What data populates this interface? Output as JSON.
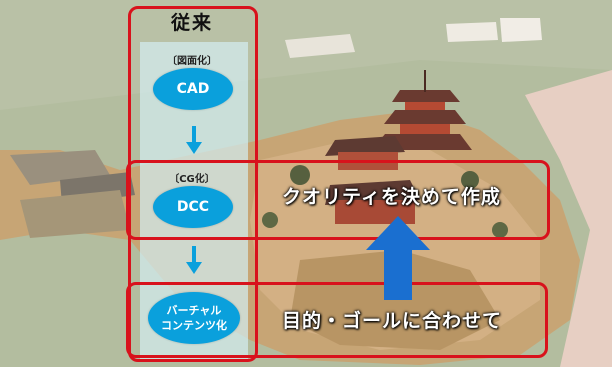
{
  "left_column": {
    "heading": "従来",
    "steps": [
      {
        "tag": "〔図面化〕",
        "label": "CAD"
      },
      {
        "tag": "〔CG化〕",
        "label": "DCC"
      },
      {
        "label_line1": "バーチャル",
        "label_line2": "コンテンツ化"
      }
    ]
  },
  "right": {
    "upper_caption": "クオリティを決めて作成",
    "lower_caption": "目的・ゴールに合わせて"
  },
  "colors": {
    "frame_red": "#d8121c",
    "step_blue": "#0aa0dc",
    "arrow_blue": "#1a6fd0"
  }
}
